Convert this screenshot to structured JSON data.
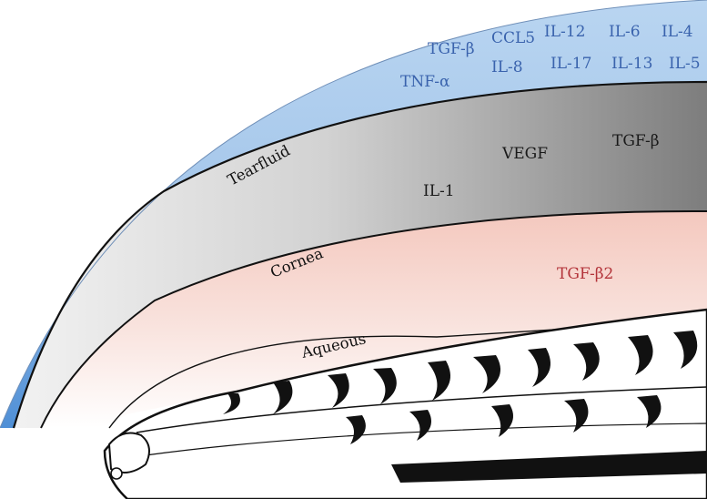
{
  "regions": {
    "tear_fluid": "Tearfluid",
    "cornea": "Cornea",
    "aqueous": "Aqueous"
  },
  "tear_fluid_cytokines": {
    "il12": "IL-12",
    "il6": "IL-6",
    "il4": "IL-4",
    "tgfb": "TGF-β",
    "ccl5": "CCL5",
    "il8": "IL-8",
    "il17": "IL-17",
    "il13": "IL-13",
    "il5": "IL-5",
    "tnfa": "TNF-α"
  },
  "cornea_cytokines": {
    "tgfb": "TGF-β",
    "vegf": "VEGF",
    "il1": "IL-1"
  },
  "aqueous_cytokines": {
    "tgfb2": "TGF-β2"
  },
  "colors": {
    "tear_fluid_text": "#3a63ad",
    "tear_layer": "#9fc3ea",
    "cornea_layer": "#8a8a8a",
    "aqueous_layer": "#f2c6bd",
    "aqueous_text": "#b3343a"
  }
}
